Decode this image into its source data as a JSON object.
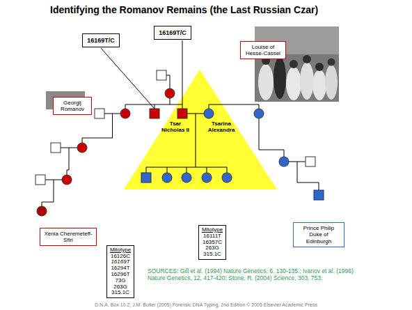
{
  "diagram": {
    "title": "Identifying the Romanov Remains (the Last Russian Czar)",
    "caption": "D.N.A. Box 10.2, J.M. Butler (2005) Forensic DNA Typing, 2nd Edition © 2005 Elsevier Academic Press",
    "nodes": [
      {
        "text": [
          "16169T/C"
        ]
      },
      {
        "text": [
          "16169T/C"
        ]
      },
      {
        "text": [
          "Louise of Hesse-Cassel"
        ]
      },
      {
        "text": [
          "Georgij Romanov"
        ]
      },
      {
        "text": [
          "Xenia Cheremeteff-Sfiri"
        ]
      },
      {
        "text": [
          "Prince Philip Duke of Edinburgh"
        ]
      },
      {
        "text": [
          "Mitotype",
          "16111T",
          "16357C",
          "263G",
          "315.1C"
        ]
      },
      {
        "text": [
          "Mitotype",
          "16126C",
          "16169T",
          "16294T",
          "16296T",
          "73G",
          "263G",
          "315.1C"
        ]
      }
    ],
    "labels": [
      "Tsar Nicholas II",
      "Tsarina Alexandra",
      "SOURCES: Gill et al. (1994) Nature Genetics, 6, 130-135.; Ivanov et al. (1996) Nature Genetics, 12, 417-420; Stone, R. (2004) Science, 303, 753."
    ]
  }
}
